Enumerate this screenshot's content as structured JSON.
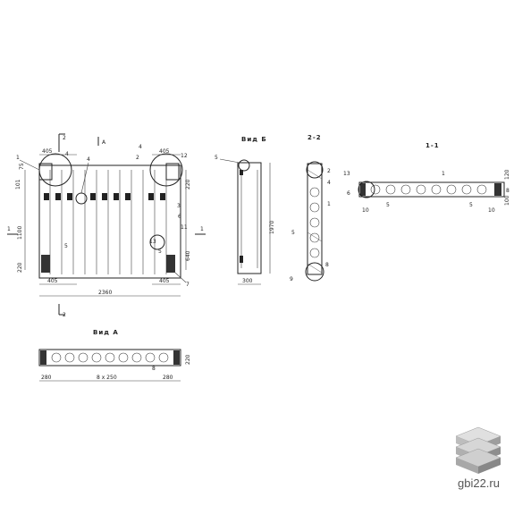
{
  "drawing": {
    "views": {
      "main": {
        "section_marker": "2",
        "view_marker": "А"
      },
      "view_b": {
        "title": "Вид Б"
      },
      "section_2_2": {
        "title": "2-2"
      },
      "section_1_1": {
        "title": "1-1"
      },
      "view_a": {
        "title": "Вид А"
      }
    },
    "callouts": [
      "1",
      "2",
      "3",
      "4",
      "5",
      "6",
      "7",
      "8",
      "9",
      "10",
      "11",
      "12",
      "13"
    ],
    "dimensions": {
      "main_top_left": "405",
      "main_top_right": "405",
      "main_bottom_left": "405",
      "main_bottom_right": "405",
      "main_overall_width": "2360",
      "main_height": "1100",
      "main_left_top": "101",
      "main_left_small": "75",
      "main_left_bottom": "220",
      "main_right_top": "220",
      "main_right_bottom": "640",
      "view_b_width": "300",
      "view_b_height": "1970",
      "view_a_left": "280",
      "view_a_mid": "8 x 250",
      "view_a_right": "280",
      "view_a_height": "220",
      "section_1_1_right_top": "120",
      "section_1_1_right_bottom": "100",
      "section_1_1_left_bottom": "10",
      "section_1_1_right_offset": "10"
    }
  },
  "branding": {
    "site": "gbi22.ru",
    "logo_icon": "stacked-slabs-icon"
  }
}
